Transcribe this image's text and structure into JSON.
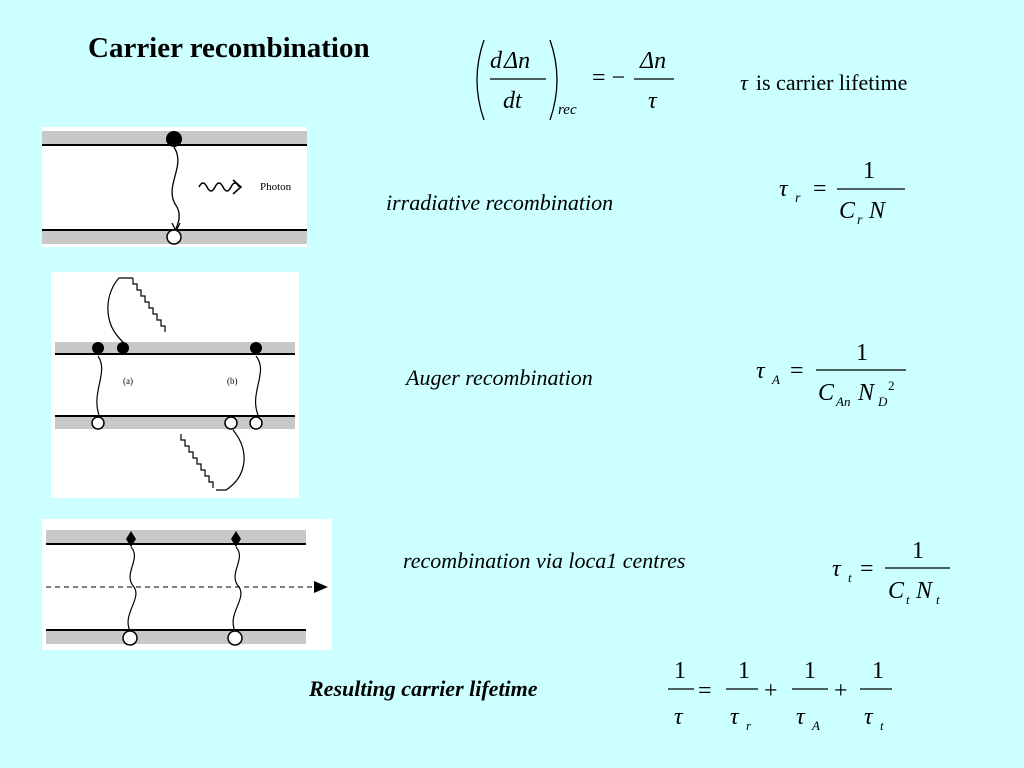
{
  "slide": {
    "title": "Carrier recombination",
    "lifetime_symbol": "τ",
    "lifetime_note": "is carrier lifetime",
    "main_equation": {
      "num_d": "d",
      "num_delta_n": "Δn",
      "den": "dt",
      "subscript": "rec",
      "rhs_sign": "= −",
      "rhs_num": "Δn",
      "rhs_den": "τ"
    },
    "mechanisms": [
      {
        "label": "irradiative recombination",
        "photon_label": "Photon",
        "formula": {
          "lhs": "τ",
          "lhs_sub": "r",
          "eq": "=",
          "num": "1",
          "den_c": "C",
          "den_c_sub": "r",
          "den_n": "N"
        }
      },
      {
        "label": "Auger recombination",
        "panel_label_a": "(a)",
        "panel_label_b": "(b)",
        "formula": {
          "lhs": "τ",
          "lhs_sub": "A",
          "eq": "=",
          "num": "1",
          "den_c": "C",
          "den_c_sub": "An",
          "den_n": "N",
          "den_n_sub": "D",
          "den_n_sup": "2"
        }
      },
      {
        "label": "recombination via loca1 centres",
        "formula": {
          "lhs": "τ",
          "lhs_sub": "t",
          "eq": "=",
          "num": "1",
          "den_c": "C",
          "den_c_sub": "t",
          "den_n": "N",
          "den_n_sub": "t"
        }
      }
    ],
    "result": {
      "label": "Resulting carrier lifetime",
      "num": "1",
      "lhs_den": "τ",
      "eq": "=",
      "plus": "+",
      "terms": [
        {
          "den": "τ",
          "sub": "r"
        },
        {
          "den": "τ",
          "sub": "A"
        },
        {
          "den": "τ",
          "sub": "t"
        }
      ]
    }
  },
  "colors": {
    "background": "#ccffff",
    "band": "#c8c8c8",
    "line": "#000000",
    "panel": "#ffffff"
  }
}
